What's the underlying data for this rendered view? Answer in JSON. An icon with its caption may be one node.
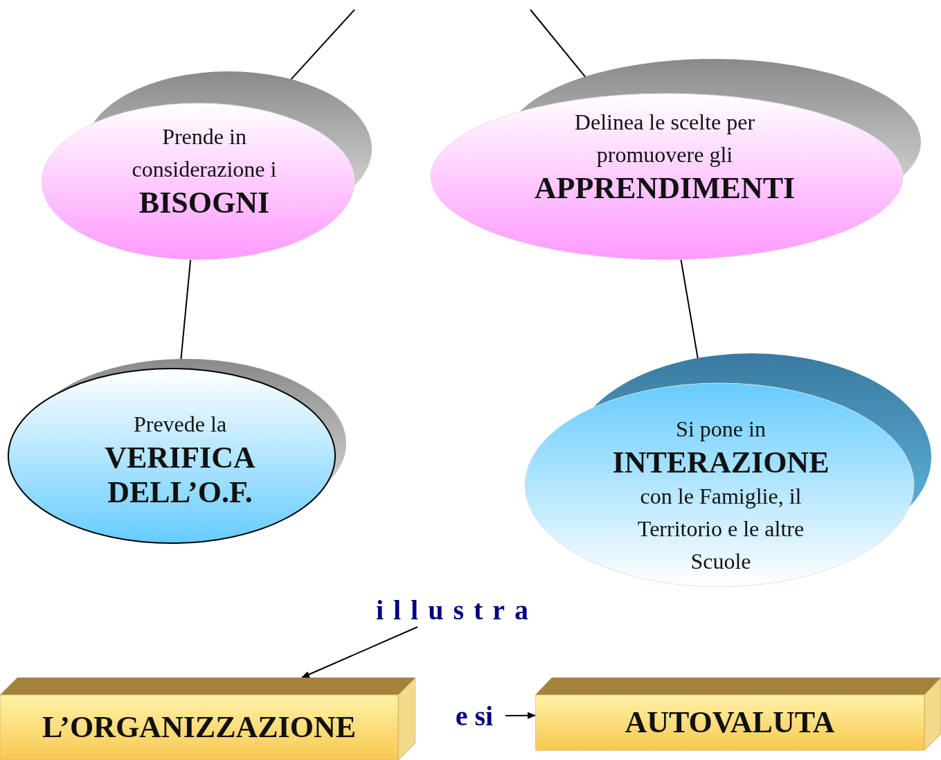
{
  "diagram": {
    "nodes": [
      {
        "text": [
          "Prende in considerazione i",
          "BISOGNI"
        ]
      },
      {
        "text": [
          "Delinea le scelte per promuovere gli",
          "APPRENDIMENTI"
        ]
      },
      {
        "text": [
          "Prevede la",
          "VERIFICA DELL’O.F."
        ]
      },
      {
        "text": [
          "Si pone in",
          "INTERAZIONE",
          "con le Famiglie, il Territorio e  le altre Scuole"
        ]
      },
      {
        "text": [
          "illustra"
        ]
      },
      {
        "text": [
          "L’ORGANIZZAZIONE"
        ]
      },
      {
        "text": [
          "e si"
        ]
      },
      {
        "text": [
          "AUTOVALUTA"
        ]
      }
    ],
    "edges": [
      {
        "from": null,
        "to": 0,
        "arrow": "none"
      },
      {
        "from": null,
        "to": 1,
        "arrow": "none"
      },
      {
        "from": 0,
        "to": 2,
        "arrow": "none"
      },
      {
        "from": 1,
        "to": 3,
        "arrow": "none"
      },
      {
        "from": 4,
        "to": 5,
        "arrow": "to"
      },
      {
        "from": 6,
        "to": 7,
        "arrow": "to"
      }
    ]
  }
}
